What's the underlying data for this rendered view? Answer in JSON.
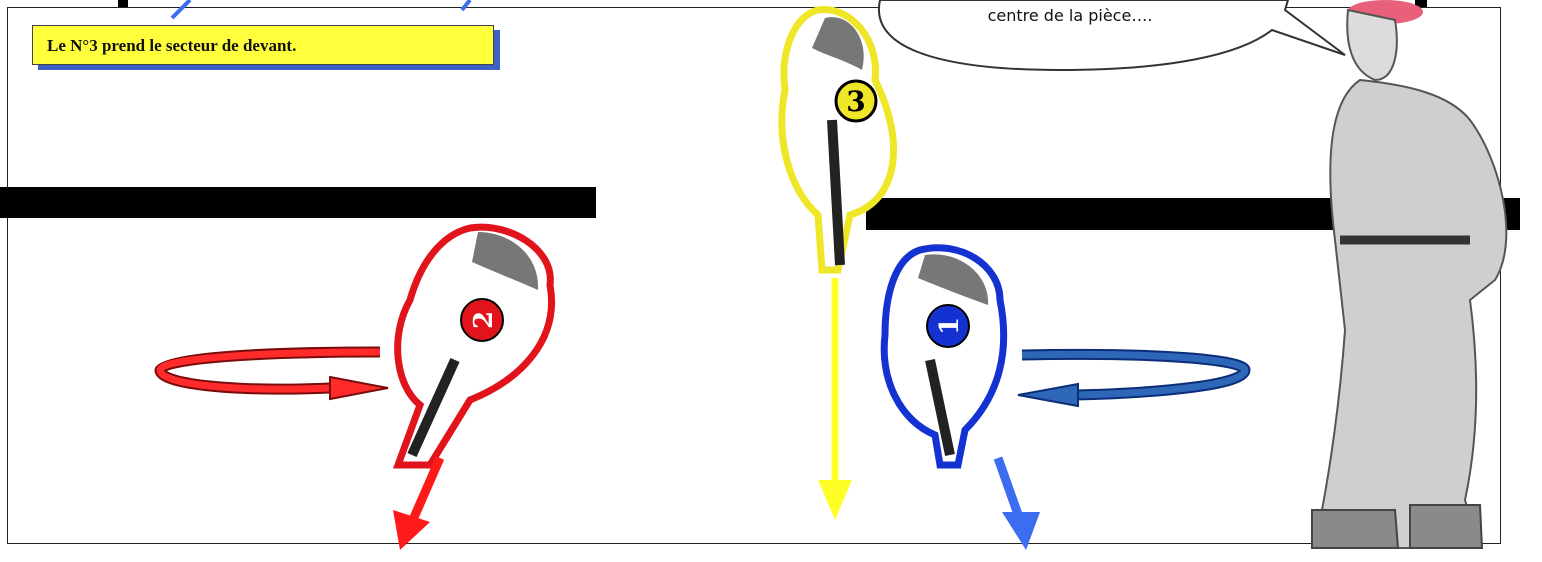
{
  "caption": {
    "text": "Le N°3 prend le secteur de devant."
  },
  "speech_bubble": {
    "text": "centre de la pièce…."
  },
  "soldiers": [
    {
      "number": "1",
      "color": "#1432d2",
      "icon": "soldier-aiming-rifle-icon"
    },
    {
      "number": "2",
      "color": "#e0141a",
      "icon": "soldier-aiming-rifle-icon"
    },
    {
      "number": "3",
      "color": "#f0e628",
      "icon": "soldier-aiming-rifle-icon"
    }
  ],
  "colors": {
    "red_arrow": "#ff1a1a",
    "blue_arrow": "#3c6cf0",
    "yellow_arrow": "#ffff28",
    "caption_bg": "#ffff3c",
    "caption_shadow": "#3c62c8"
  }
}
